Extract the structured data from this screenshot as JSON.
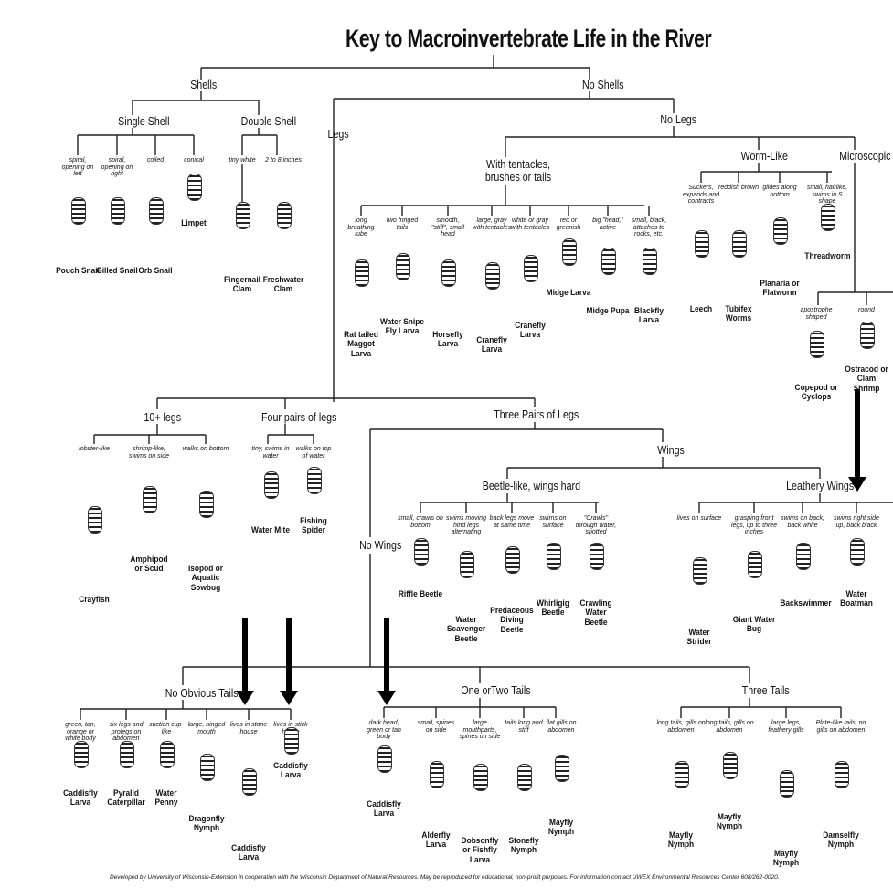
{
  "title": "Key to Macroinvertebrate Life in the River",
  "groups": {
    "shells": "Shells",
    "no_shells": "No Shells",
    "single_shell": "Single Shell",
    "double_shell": "Double Shell",
    "legs": "Legs",
    "no_legs": "No Legs",
    "with_tentacles": "With tentacles, brushes or tails",
    "worm_like": "Worm-Like",
    "microscopic": "Microscopic",
    "ten_legs": "10+ legs",
    "four_pairs": "Four pairs of legs",
    "three_pairs": "Three Pairs of Legs",
    "wings": "Wings",
    "beetle_like": "Beetle-like, wings hard",
    "leathery_wings": "Leathery Wings",
    "no_wings": "No Wings",
    "no_obvious_tails": "No Obvious Tails",
    "one_or_two_tails": "One orTwo Tails",
    "three_tails": "Three Tails"
  },
  "shell_items": [
    {
      "desc": "spiral, opening on left",
      "name": "Pouch Snail"
    },
    {
      "desc": "spiral, opening on right",
      "name": "Gilled Snail"
    },
    {
      "desc": "coiled",
      "name": "Orb Snail"
    },
    {
      "desc": "conical",
      "name": "Limpet"
    },
    {
      "desc": "tiny white",
      "name": "Fingernail Clam"
    },
    {
      "desc": "2 to 8 inches",
      "name": "Freshwater Clam"
    }
  ],
  "tentacle_items": [
    {
      "desc": "long breathing tube",
      "name": "Rat tailed Maggot Larva"
    },
    {
      "desc": "two fringed tails",
      "name": "Water Snipe Fly Larva"
    },
    {
      "desc": "smooth, \"stiff\", small head",
      "name": "Horsefly Larva"
    },
    {
      "desc": "large, gray with tentacles",
      "name": "Cranefly Larva"
    },
    {
      "desc": "white or gray with tentacles",
      "name": "Cranefly Larva"
    },
    {
      "desc": "red or greenish",
      "name": "Midge Larva"
    },
    {
      "desc": "big \"head,\" active",
      "name": "Midge Pupa"
    },
    {
      "desc": "small, black, attaches to rocks, etc.",
      "name": "Blackfly Larva"
    }
  ],
  "worm_items": [
    {
      "desc": "Suckers, expands and contracts",
      "name": "Leech"
    },
    {
      "desc": "reddish brown",
      "name": "Tubifex Worms"
    },
    {
      "desc": "glides along bottom",
      "name": "Planaria or Flatworm"
    },
    {
      "desc": "small, hairlike, swims in S shape",
      "name": "Threadworm"
    }
  ],
  "micro_items": [
    {
      "desc": "apostrophe shaped",
      "name": "Copepod or Cyclops"
    },
    {
      "desc": "round",
      "name": "Ostracod or Clam Shrimp"
    }
  ],
  "ten_leg_items": [
    {
      "desc": "lobster-like",
      "name": "Crayfish"
    },
    {
      "desc": "shrimp-like, swims on side",
      "name": "Amphipod or Scud"
    },
    {
      "desc": "walks on bottom",
      "name": "Isopod or Aquatic Sowbug"
    }
  ],
  "four_pair_items": [
    {
      "desc": "tiny, swims in water",
      "name": "Water Mite"
    },
    {
      "desc": "walks on top of water",
      "name": "Fishing Spider"
    }
  ],
  "beetle_items": [
    {
      "desc": "small, crawls on bottom",
      "name": "Riffle Beetle"
    },
    {
      "desc": "swims moving hind legs alternating",
      "name": "Water Scavenger Beetle"
    },
    {
      "desc": "back legs move at same time",
      "name": "Predaceous Diving Beetle"
    },
    {
      "desc": "swims on surface",
      "name": "Whirligig Beetle"
    },
    {
      "desc": "\"Crawls\" through water, spotted",
      "name": "Crawling Water Beetle"
    }
  ],
  "leathery_items": [
    {
      "desc": "lives on surface",
      "name": "Water Strider"
    },
    {
      "desc": "grasping front legs, up to three inches",
      "name": "Giant Water Bug"
    },
    {
      "desc": "swims on back, back white",
      "name": "Backswimmer"
    },
    {
      "desc": "swims right side up, back black",
      "name": "Water Boatman"
    }
  ],
  "no_tail_items": [
    {
      "desc": "green, tan, orange or white body",
      "name": "Caddisfly Larva"
    },
    {
      "desc": "six legs and prolegs on abdomen",
      "name": "Pyralid Caterpillar"
    },
    {
      "desc": "suction cup-like",
      "name": "Water Penny"
    },
    {
      "desc": "large, hinged mouth",
      "name": "Dragonfly Nymph"
    },
    {
      "desc": "lives in stone house",
      "name": "Caddisfly Larva"
    },
    {
      "desc": "lives in stick house",
      "name": "Caddisfly Larva"
    }
  ],
  "one_two_tail_items": [
    {
      "desc": "dark head, green or tan body",
      "name": "Caddisfly Larva"
    },
    {
      "desc": "small, spines on side",
      "name": "Alderfly Larva"
    },
    {
      "desc": "large mouthparts, spines on side",
      "name": "Dobsonfly or Fishfly Larva"
    },
    {
      "desc": "tails long and stiff",
      "name": "Stonefly Nymph"
    },
    {
      "desc": "flat gills on abdomen",
      "name": "Mayfly Nymph"
    }
  ],
  "three_tail_items": [
    {
      "desc": "long tails, gills on abdomen",
      "name": "Mayfly Nymph"
    },
    {
      "desc": "long tails, gills on abdomen",
      "name": "Mayfly Nymph"
    },
    {
      "desc": "large legs, feathery gills",
      "name": "Mayfly Nymph"
    },
    {
      "desc": "Plate-like tails, no gills on abdomen",
      "name": "Damselfly Nymph"
    }
  ],
  "footer": "Developed by University of Wisconsin-Extension in cooperation with the Wisconsin Department of Natural Resources. May be reproduced for educational, non-profit purposes. For information contact UWEX Environmental Resources Center 608/262-0020."
}
